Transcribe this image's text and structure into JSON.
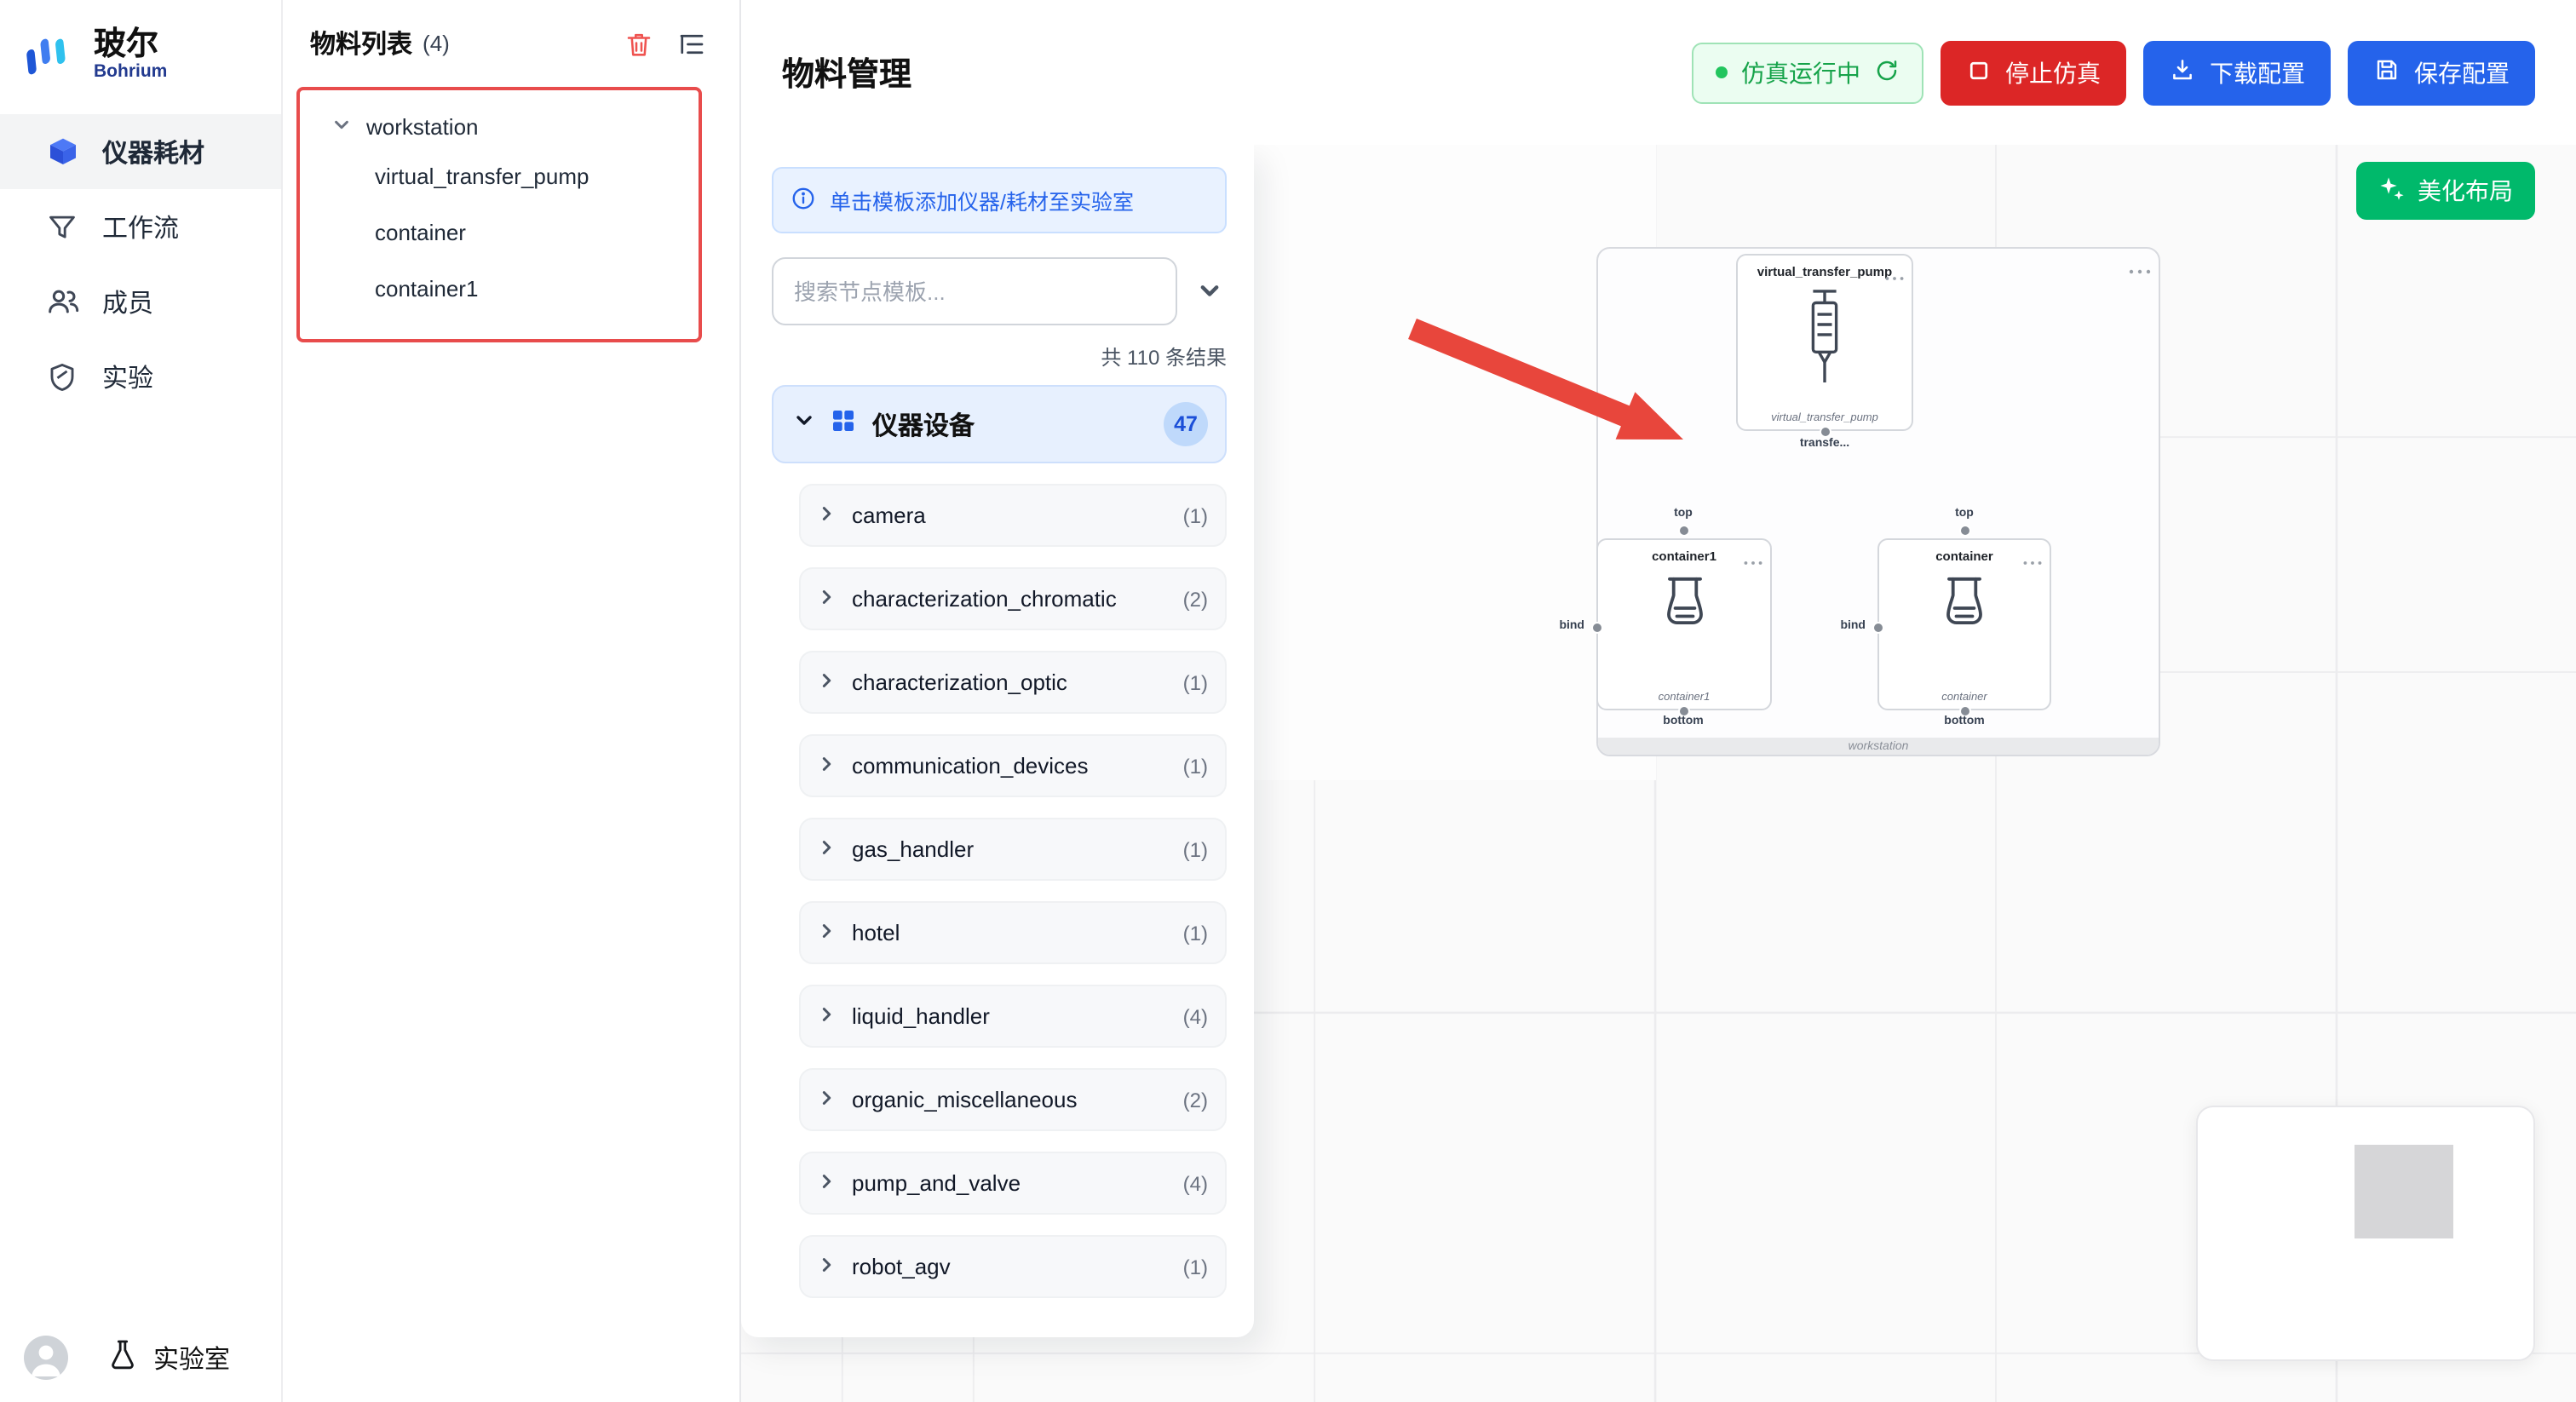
{
  "colors": {
    "primary_blue": "#2563eb",
    "danger_red": "#dc2626",
    "success_green": "#16a34a",
    "beautify_green": "#00b96b",
    "highlight_red": "#e84c4c",
    "hint_bg": "#e9f2ff",
    "category_bg": "#e7f0fe"
  },
  "sidebar": {
    "brand": {
      "name": "玻尔",
      "subname": "Bohrium"
    },
    "items": [
      {
        "label": "仪器耗材",
        "active": true
      },
      {
        "label": "工作流",
        "active": false
      },
      {
        "label": "成员",
        "active": false
      },
      {
        "label": "实验",
        "active": false
      }
    ],
    "footer": {
      "lab": "实验室"
    }
  },
  "materials": {
    "title": "物料列表",
    "count": "(4)",
    "tree": {
      "root": "workstation",
      "children": [
        {
          "label": "virtual_transfer_pump"
        },
        {
          "label": "container"
        },
        {
          "label": "container1"
        }
      ]
    }
  },
  "header": {
    "title": "物料管理",
    "status_running": "仿真运行中",
    "stop": "停止仿真",
    "download": "下载配置",
    "save": "保存配置"
  },
  "templates": {
    "hint": "单击模板添加仪器/耗材至实验室",
    "search_placeholder": "搜索节点模板...",
    "result_total": "共 110 条结果",
    "category": {
      "label": "仪器设备",
      "badge": "47"
    },
    "items": [
      {
        "label": "camera",
        "count": "(1)"
      },
      {
        "label": "characterization_chromatic",
        "count": "(2)"
      },
      {
        "label": "characterization_optic",
        "count": "(1)"
      },
      {
        "label": "communication_devices",
        "count": "(1)"
      },
      {
        "label": "gas_handler",
        "count": "(1)"
      },
      {
        "label": "hotel",
        "count": "(1)"
      },
      {
        "label": "liquid_handler",
        "count": "(4)"
      },
      {
        "label": "organic_miscellaneous",
        "count": "(2)"
      },
      {
        "label": "pump_and_valve",
        "count": "(4)"
      },
      {
        "label": "robot_agv",
        "count": "(1)"
      }
    ]
  },
  "canvas": {
    "beautify": "美化布局",
    "workstation_label": "workstation",
    "pump": {
      "title": "virtual_transfer_pump",
      "sublabel": "virtual_transfer_pump",
      "port": "transfe..."
    },
    "container1": {
      "title": "container1",
      "sublabel": "container1"
    },
    "container": {
      "title": "container",
      "sublabel": "container"
    },
    "ports": {
      "top": "top",
      "bind": "bind",
      "bottom": "bottom"
    }
  }
}
